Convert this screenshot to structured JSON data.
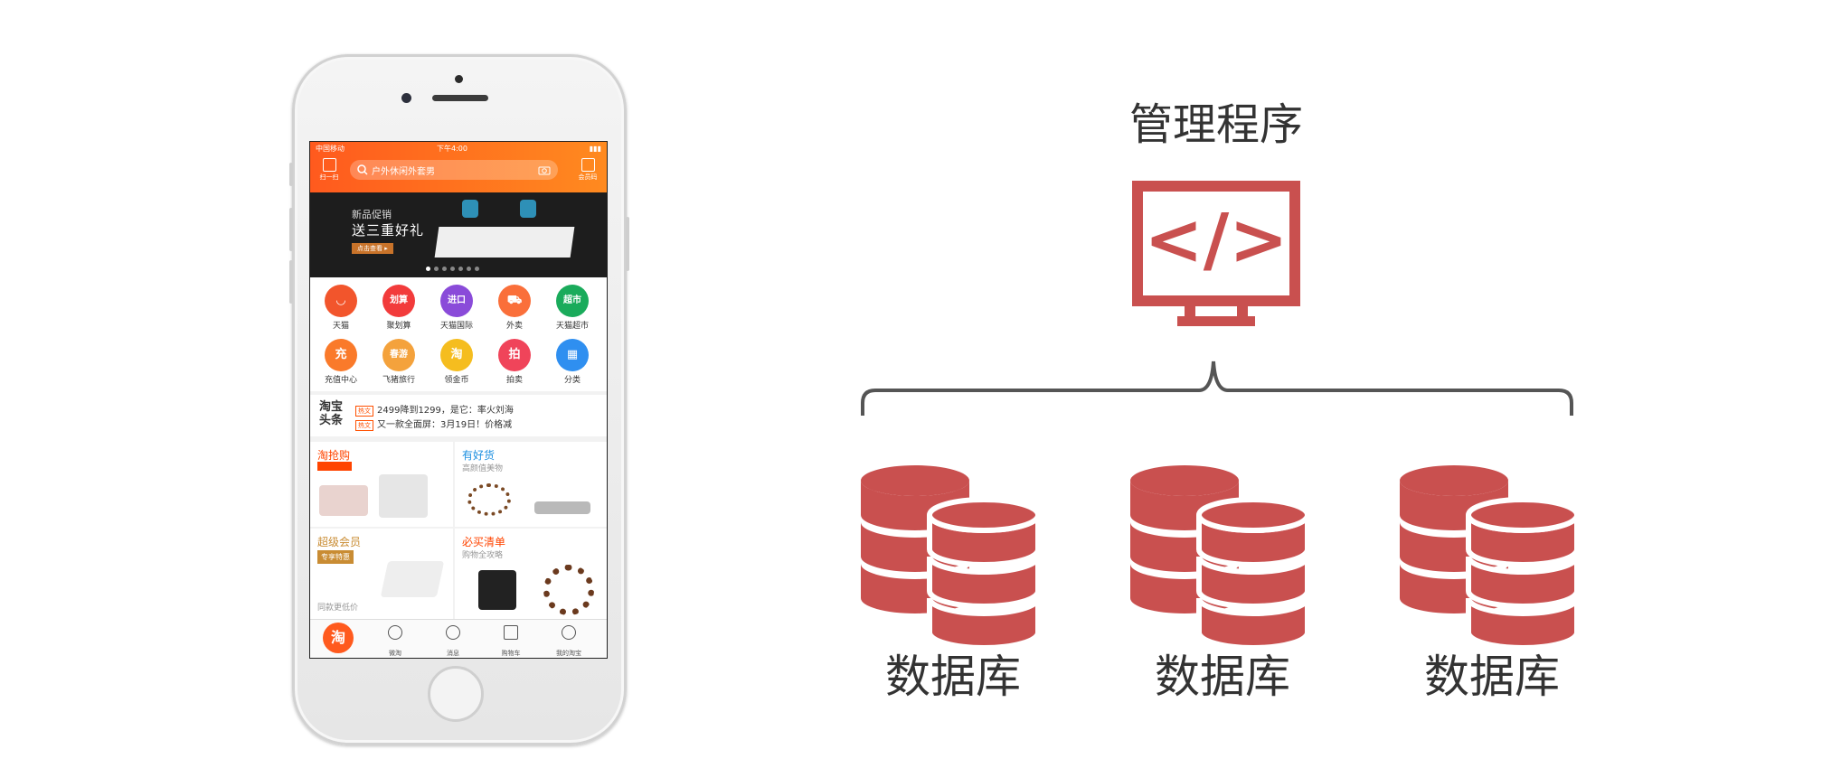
{
  "diagram": {
    "manager_title": "管理程序",
    "code_symbol": "</>",
    "databases": [
      {
        "label": "数据库"
      },
      {
        "label": "数据库"
      },
      {
        "label": "数据库"
      }
    ],
    "colors": {
      "accent": "#c9504f",
      "text": "#333333",
      "bracket": "#555555"
    }
  },
  "phone_app": {
    "status": {
      "carrier": "中国移动",
      "time": "下午4:00"
    },
    "header": {
      "left_icon": "扫一扫",
      "search_placeholder": "户外休闲外套男",
      "right_icon": "会员码"
    },
    "banner": {
      "line1": "新品促销",
      "line2": "送三重好礼",
      "cta": "点击查看 ▸"
    },
    "grid": [
      {
        "label": "天猫",
        "glyph": "◡",
        "color": "#f2552c"
      },
      {
        "label": "聚划算",
        "glyph": "划算",
        "color": "#f23b3b"
      },
      {
        "label": "天猫国际",
        "glyph": "进口",
        "color": "#8a4bd9"
      },
      {
        "label": "外卖",
        "glyph": "⛟",
        "color": "#fa6f3a"
      },
      {
        "label": "天猫超市",
        "glyph": "超市",
        "color": "#1aab5b"
      },
      {
        "label": "充值中心",
        "glyph": "充",
        "color": "#fa7a2a"
      },
      {
        "label": "飞猪旅行",
        "glyph": "春游",
        "color": "#f4a23c"
      },
      {
        "label": "领金币",
        "glyph": "淘",
        "color": "#f5bd1f"
      },
      {
        "label": "拍卖",
        "glyph": "拍",
        "color": "#f0445a"
      },
      {
        "label": "分类",
        "glyph": "▦",
        "color": "#2f8ff0"
      }
    ],
    "headlines": {
      "logo": "淘宝头条",
      "items": [
        {
          "tag": "热文",
          "text": "2499降到1299，是它：率火刘海"
        },
        {
          "tag": "热文",
          "text": "又一款全面屏：3月19日！价格减"
        }
      ]
    },
    "promos": [
      {
        "title": "淘抢购",
        "subtitle": "",
        "color": "#ff4400"
      },
      {
        "title": "有好货",
        "subtitle": "高颜值美物",
        "color": "#1e90e0"
      },
      {
        "title": "超级会员",
        "subtitle": "",
        "color": "#c98c33"
      },
      {
        "title": "必买清单",
        "subtitle": "购物全攻略",
        "color": "#ff4400"
      }
    ],
    "promo_extra": {
      "badge": "专享特惠",
      "footnote": "同款更低价"
    },
    "tabbar": [
      {
        "label": "淘",
        "icon": "taobao-home-icon"
      },
      {
        "label": "微淘",
        "icon": "signal-icon"
      },
      {
        "label": "消息",
        "icon": "message-icon"
      },
      {
        "label": "购物车",
        "icon": "cart-icon"
      },
      {
        "label": "我的淘宝",
        "icon": "user-icon"
      }
    ]
  }
}
